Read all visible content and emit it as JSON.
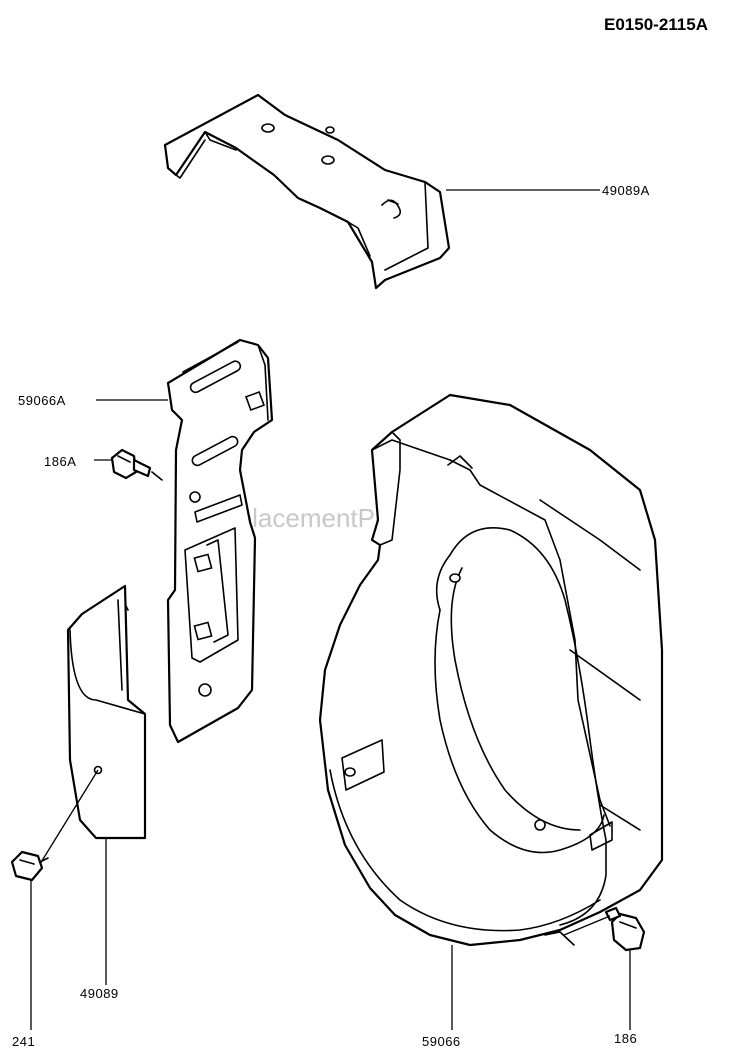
{
  "diagram_id": "E0150-2115A",
  "watermark": "eReplacementParts.com",
  "colors": {
    "ink": "#000000",
    "paper": "#ffffff",
    "watermark": "#c8c8c8"
  },
  "labels": {
    "p49089A": "49089A",
    "p59066A": "59066A",
    "p186A": "186A",
    "p49089": "49089",
    "p241": "241",
    "p59066": "59066",
    "p186": "186"
  }
}
